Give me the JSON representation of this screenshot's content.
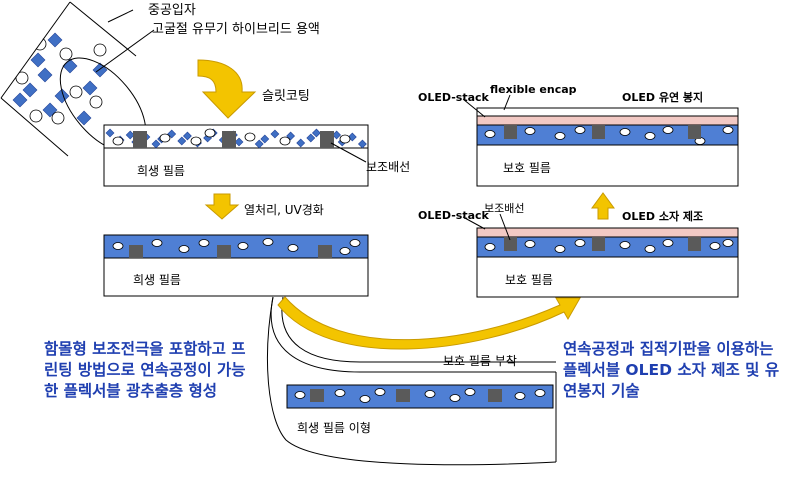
{
  "labels": {
    "hollow_particles": "중공입자",
    "hybrid_solution": "고굴절 유무기 하이브리드 용액",
    "slit_coating": "슬릿코팅",
    "aux_wiring": "보조배선",
    "sacrificial_film": "희생 필름",
    "heat_uv": "열처리, UV경화",
    "protective_film": "보호 필름",
    "protective_film_attach": "보호 필름 부착",
    "sacrificial_film_release": "희생 필름 이형",
    "oled_stack": "OLED-stack",
    "flexible_encap": "flexible encap",
    "oled_flexible_encap": "OLED 유연 봉지",
    "oled_device_fab": "OLED 소자 제조"
  },
  "captions": {
    "left": [
      "함몰형 보조전극을 포함하고 프",
      "린팅 방법으로 연속공정이 가능",
      "한 플렉서블 광추출층 형성"
    ],
    "right": [
      "연속공정과 집적기판을 이용하는",
      "플렉서블 OLED 소자 제조 및 유",
      "연봉지 기술"
    ]
  },
  "colors": {
    "blue_layer": "#4f7fd4",
    "diamond": "#3f6fc4",
    "aux_electrode": "#5a5a5a",
    "encap_layer": "#f2c9c4",
    "arrow_gold": "#f3c400",
    "arrow_gold_dark": "#c99a00",
    "caption_text": "#1f3fb0"
  }
}
